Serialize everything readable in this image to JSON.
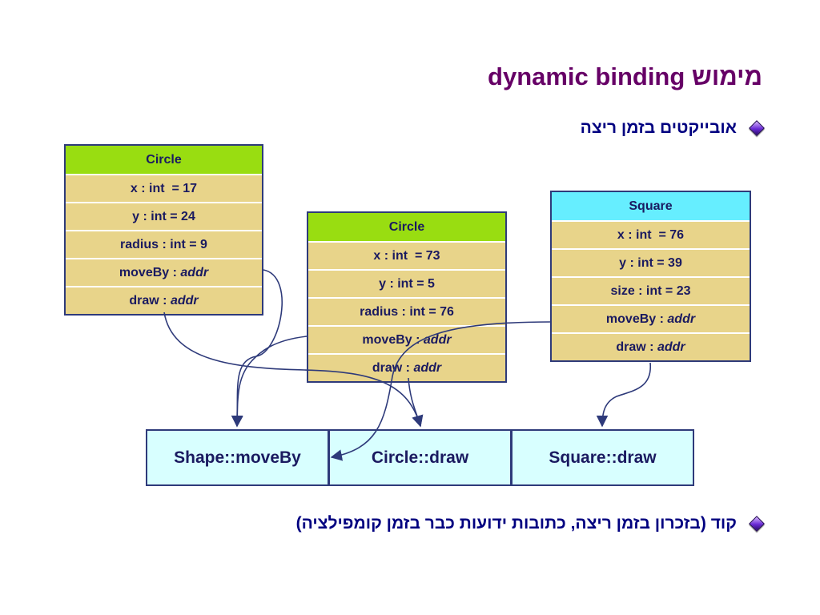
{
  "title": "מימוש dynamic binding",
  "bullets": [
    "אובייקטים בזמן ריצה",
    "קוד (בזכרון בזמן ריצה, כתובות ידועות כבר בזמן קומפילציה)"
  ],
  "objects": [
    {
      "header": "Circle",
      "fields": [
        {
          "label": "x : int  = 17"
        },
        {
          "label": "y : int = 24"
        },
        {
          "label": "radius : int = 9"
        },
        {
          "label": "moveBy : ",
          "ital": "addr"
        },
        {
          "label": "draw : ",
          "ital": "addr"
        }
      ]
    },
    {
      "header": "Circle",
      "fields": [
        {
          "label": "x : int  = 73"
        },
        {
          "label": "y : int = 5"
        },
        {
          "label": "radius : int = 76"
        },
        {
          "label": "moveBy : ",
          "ital": "addr"
        },
        {
          "label": "draw : ",
          "ital": "addr"
        }
      ]
    },
    {
      "header": "Square",
      "fields": [
        {
          "label": "x : int  = 76"
        },
        {
          "label": "y : int = 39"
        },
        {
          "label": "size : int = 23"
        },
        {
          "label": "moveBy : ",
          "ital": "addr"
        },
        {
          "label": "draw : ",
          "ital": "addr"
        }
      ]
    }
  ],
  "functions": [
    "Shape::moveBy",
    "Circle::draw",
    "Square::draw"
  ],
  "colors": {
    "title": "#660066",
    "bullet_text": "#000080",
    "object_fill": "#e8d48a",
    "circle_header": "#99dd11",
    "square_header": "#66eeff",
    "function_fill": "#d8ffff",
    "border": "#2e3a7a"
  }
}
